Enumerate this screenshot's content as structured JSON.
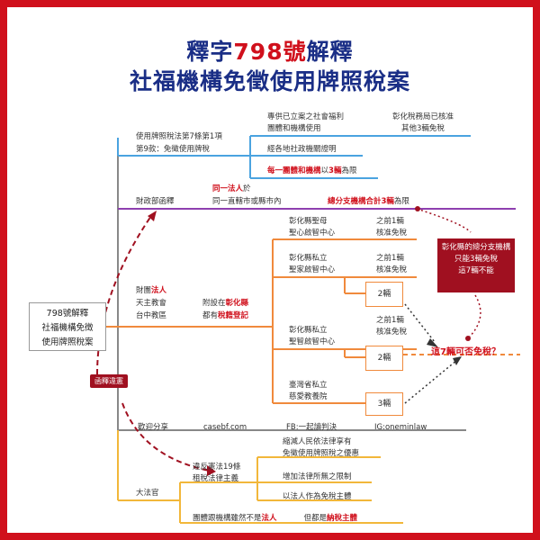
{
  "title": {
    "part1": "釋字",
    "num": "798號",
    "part2": "解釋",
    "subtitle": "社福機構免徵使用牌照稅案"
  },
  "root": {
    "line1": "798號解釋",
    "line2": "社福機構免徵",
    "line3": "使用牌照稅案"
  },
  "badge": "函釋違憲",
  "blue_branch": {
    "source1": "使用牌照稅法第7條第1項",
    "source2": "第9款：免徵使用牌稅",
    "cond1a": "專供已立案之社會福利",
    "cond1b": "團體和機構使用",
    "cond1c": "彰化稅務局已核准",
    "cond1d": "其他3輛免稅",
    "cond2": "經各地社政機關證明",
    "cond3_pre": "每一團體和機構",
    "cond3_mid": "以",
    "cond3_num": "3輛",
    "cond3_post": "為限"
  },
  "purple_branch": {
    "label": "財政部函釋",
    "line1_red": "同一法人",
    "line1_post": "於",
    "line2": "同一直轄市或縣市內",
    "right_red": "總分支機構合計3輛",
    "right_post": "為限"
  },
  "orange_branch": {
    "org1": "財團",
    "org1_red": "法人",
    "org2": "天主教會",
    "org3": "台中教區",
    "attach1": "附設在",
    "attach1_red": "彰化縣",
    "attach2": "都有",
    "attach2_red": "稅籍登記",
    "inst1a": "彰化縣聖母",
    "inst1b": "聖心啟智中心",
    "inst1c": "之前1輛",
    "inst1d": "核准免稅",
    "inst2a": "彰化縣私立",
    "inst2b": "聖家啟智中心",
    "inst2c": "之前1輛",
    "inst2d": "核准免稅",
    "inst2e": "2輛",
    "inst3a": "彰化縣私立",
    "inst3b": "聖智啟智中心",
    "inst3c": "之前1輛",
    "inst3d": "核准免稅",
    "inst3e": "2輛",
    "inst4a": "臺灣省私立",
    "inst4b": "慈愛教養院",
    "inst4e": "3輛",
    "question": "這7輛可否免稅？"
  },
  "callout": {
    "line1": "彰化縣的總分支機構",
    "line2": "只能3輛免稅",
    "line3": "這7輛不能"
  },
  "gray_branch": {
    "share": "歡迎分享",
    "site": "casebf.com",
    "fb": "FB:一起讀判決",
    "ig": "IG:oneminlaw"
  },
  "yellow_branch": {
    "label": "大法官",
    "r1a": "違反憲法19條",
    "r1b": "租稅法律主義",
    "r2a": "縮減人民依法律享有",
    "r2b": "免徵使用牌照稅之優惠",
    "r3": "增加法律所無之限制",
    "r4": "以法人作為免稅主體",
    "r5a": "團體跟機構雖然不是",
    "r5b": "法人",
    "r5c": "但都是",
    "r5d": "納稅主體"
  },
  "colors": {
    "border": "#d0101c",
    "title_blue": "#1a2e86",
    "blue": "#4aa3e0",
    "purple": "#8e3fb0",
    "orange": "#f08a3c",
    "gray": "#888888",
    "yellow": "#f2b73a",
    "dark_red": "#a01020"
  }
}
